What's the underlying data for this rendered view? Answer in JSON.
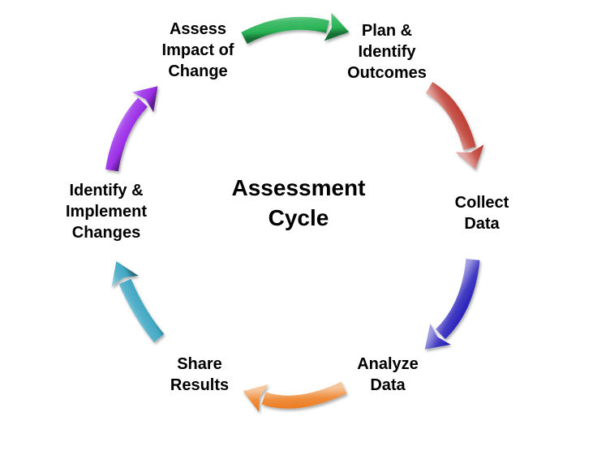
{
  "diagram": {
    "title": "Assessment\nCycle",
    "background_color": "#ffffff",
    "text_color": "#000000",
    "stages": [
      {
        "id": "assess-impact-of-change",
        "label": "Assess\nImpact of\nChange"
      },
      {
        "id": "plan-identify-outcomes",
        "label": "Plan &\nIdentify\nOutcomes"
      },
      {
        "id": "collect-data",
        "label": "Collect\nData"
      },
      {
        "id": "analyze-data",
        "label": "Analyze\nData"
      },
      {
        "id": "share-results",
        "label": "Share\nResults"
      },
      {
        "id": "identify-implement-changes",
        "label": "Identify &\nImplement\nChanges"
      }
    ],
    "arrows": [
      {
        "id": "arrow-assess-to-plan",
        "from": "Assess Impact of Change",
        "to": "Plan & Identify Outcomes",
        "color": "#29b356"
      },
      {
        "id": "arrow-plan-to-collect",
        "from": "Plan & Identify Outcomes",
        "to": "Collect Data",
        "color": "#bf3f35"
      },
      {
        "id": "arrow-collect-to-analyze",
        "from": "Collect Data",
        "to": "Analyze Data",
        "color": "#2a22bb"
      },
      {
        "id": "arrow-analyze-to-share",
        "from": "Analyze Data",
        "to": "Share Results",
        "color": "#ec7e23"
      },
      {
        "id": "arrow-share-to-identify",
        "from": "Share Results",
        "to": "Identify & Implement Changes",
        "color": "#41a8c4"
      },
      {
        "id": "arrow-identify-to-assess",
        "from": "Identify & Implement Changes",
        "to": "Assess Impact of Change",
        "color": "#9c30e8"
      }
    ]
  }
}
